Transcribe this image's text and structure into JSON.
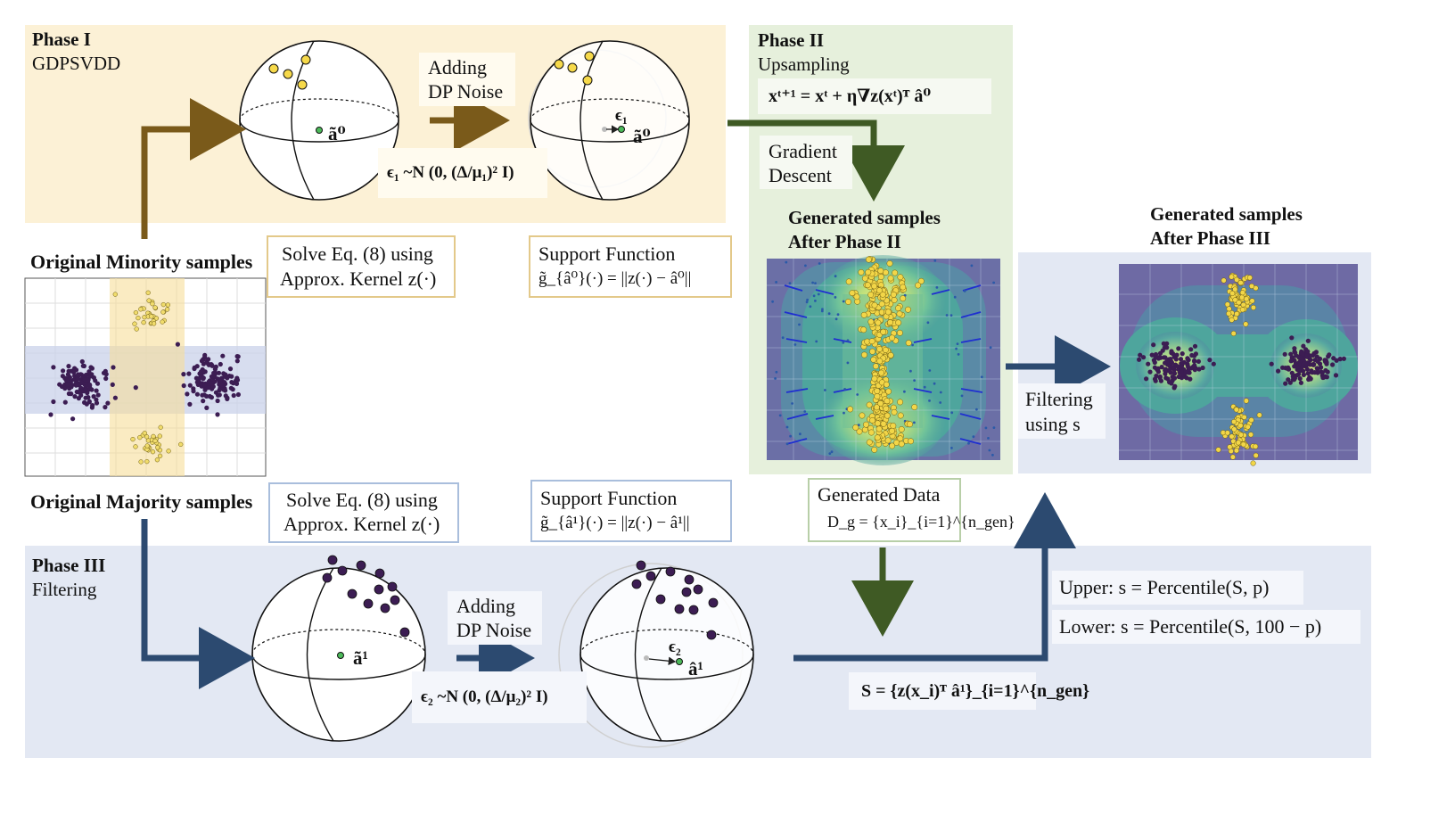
{
  "phase1": {
    "title": "Phase I",
    "subtitle": "GDPSVDD",
    "noise_label": [
      "Adding",
      "DP Noise"
    ],
    "center_label": "ã⁰",
    "eps_label": "ϵ₁",
    "noise_eq": "ϵ₁ ~N (0, (Δ/μ₁)² I)",
    "solve_box": [
      "Solve Eq. (8) using",
      "Approx. Kernel z(·)"
    ],
    "support_box": [
      "Support Function",
      "g̃_{â⁰}(·) = ||z(·) − â⁰||"
    ]
  },
  "phase2": {
    "title": "Phase II",
    "subtitle": "Upsampling",
    "update_eq": "xᵗ⁺¹ = xᵗ + η∇z(xᵗ)ᵀ â⁰",
    "gd_label": [
      "Gradient",
      "Descent"
    ],
    "gen_title": [
      "Generated samples",
      "After Phase II"
    ],
    "gen_data_box": [
      "Generated Data",
      "D_g = {x_i}_{i=1}^{n_gen}"
    ]
  },
  "phase3": {
    "title": "Phase III",
    "subtitle": "Filtering",
    "noise_label": [
      "Adding",
      "DP Noise"
    ],
    "center_label": "ã¹",
    "eps_label": "ϵ₂",
    "center2_label": "â¹",
    "noise_eq": "ϵ₂ ~N (0, (Δ/μ₂)² I)",
    "solve_box": [
      "Solve Eq. (8) using",
      "Approx. Kernel z(·)"
    ],
    "support_box": [
      "Support Function",
      "g̃_{â¹}(·) = ||z(·) − â¹||"
    ],
    "score_eq": "S = {z(x_i)ᵀ â¹}_{i=1}^{n_gen}",
    "upper_eq": "Upper: s = Percentile(S, p)",
    "lower_eq": "Lower: s = Percentile(S, 100 − p)",
    "filter_label": [
      "Filtering",
      "using s"
    ],
    "gen_title": [
      "Generated samples",
      "After Phase III"
    ]
  },
  "left": {
    "minority_label": "Original Minority samples",
    "majority_label": "Original Majority samples"
  },
  "colors": {
    "phase1_bg": "#fcf1d6",
    "phase2_bg": "#e6f0dc",
    "phase3_bg": "#e3e8f3",
    "brown_arrow": "#7a5a1a",
    "green_arrow": "#3f5a24",
    "blue_arrow": "#2c4a70",
    "minority": "#f1dc6c",
    "majority": "#3c1d53"
  }
}
